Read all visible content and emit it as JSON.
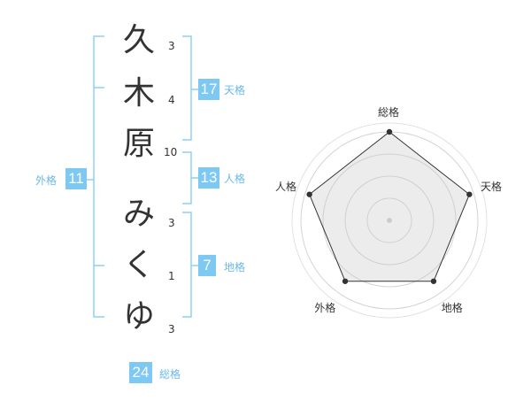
{
  "name": {
    "chars": [
      {
        "char": "久",
        "strokes": "3"
      },
      {
        "char": "木",
        "strokes": "4"
      },
      {
        "char": "原",
        "strokes": "10"
      },
      {
        "char": "み",
        "strokes": "3"
      },
      {
        "char": "く",
        "strokes": "1"
      },
      {
        "char": "ゆ",
        "strokes": "3"
      }
    ]
  },
  "fortunes": {
    "tenkaku": {
      "value": "17",
      "label": "天格"
    },
    "jinkaku": {
      "value": "13",
      "label": "人格"
    },
    "chikaku": {
      "value": "7",
      "label": "地格"
    },
    "gaikaku": {
      "value": "11",
      "label": "外格"
    },
    "soukaku": {
      "value": "24",
      "label": "総格"
    }
  },
  "colors": {
    "accent": "#7ec8f4",
    "bracket": "#8dd0f5",
    "label": "#6ab8ec"
  },
  "chart_data": {
    "type": "radar",
    "axes": [
      "総格",
      "天格",
      "地格",
      "外格",
      "人格"
    ],
    "values": [
      1.0,
      0.95,
      0.85,
      0.85,
      0.95
    ],
    "max": 1.0,
    "rings": 4
  }
}
